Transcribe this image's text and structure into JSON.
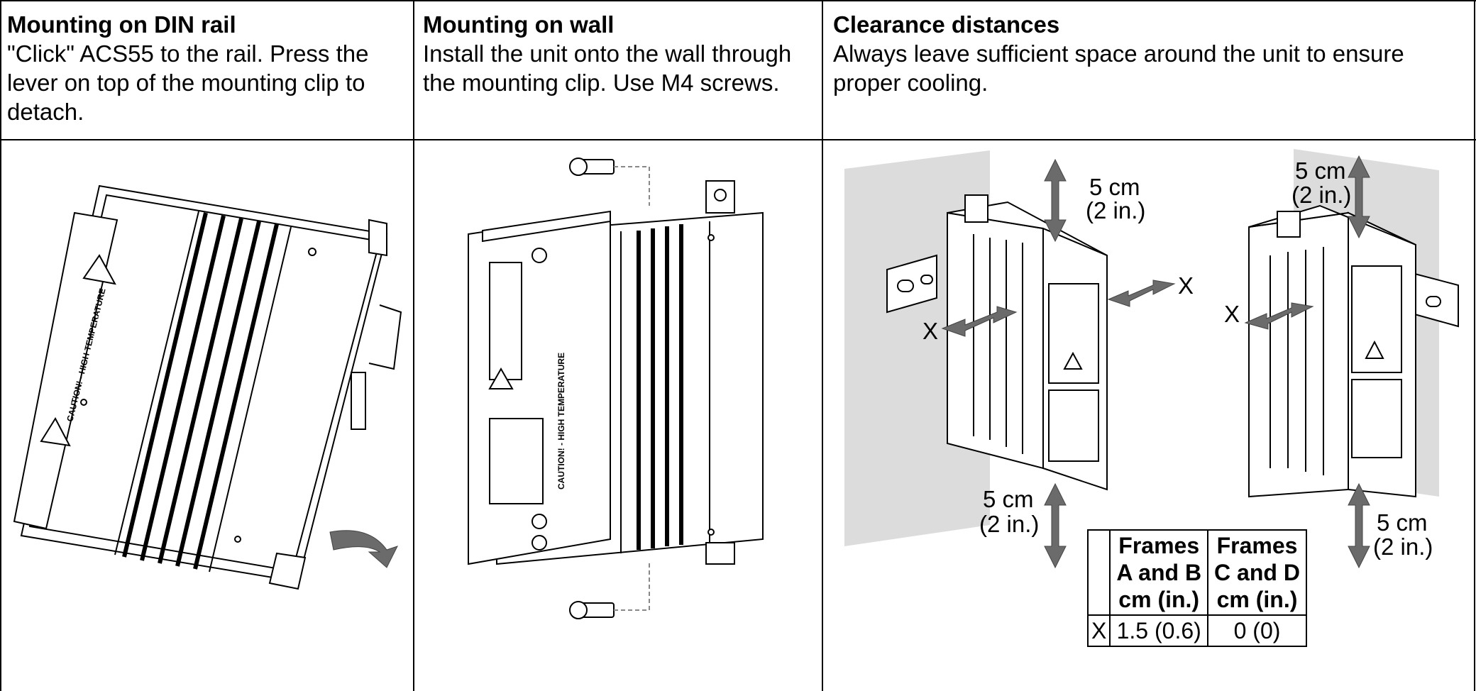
{
  "columns": [
    {
      "heading": "Mounting on DIN rail",
      "body": "\"Click\" ACS55 to the rail. Press the lever on top of the mounting clip to detach."
    },
    {
      "heading": "Mounting on wall",
      "body": "Install the unit onto the wall through the mounting clip. Use M4 screws."
    },
    {
      "heading": "Clearance distances",
      "body": "Always leave sufficient space around the unit to ensure proper cooling."
    }
  ],
  "device_label": "CAUTION! - HIGH TEMPERATURE",
  "clearance": {
    "top_left_line1": "5 cm",
    "top_left_line2": "(2 in.)",
    "top_right_line1": "5 cm",
    "top_right_line2": "(2 in.)",
    "bottom_left_line1": "5 cm",
    "bottom_left_line2": "(2 in.)",
    "bottom_right_line1": "5 cm",
    "bottom_right_line2": "(2 in.)",
    "x_label": "X"
  },
  "table": {
    "header_col2_line1": "Frames",
    "header_col2_line2": "A and B",
    "header_col2_line3": "cm (in.)",
    "header_col3_line1": "Frames",
    "header_col3_line2": "C and D",
    "header_col3_line3": "cm (in.)",
    "row_label": "X",
    "row_ab": "1.5 (0.6)",
    "row_cd": "0 (0)"
  },
  "colors": {
    "arrow": "#6b6b6b",
    "wall": "#dcdcdc",
    "line": "#000000"
  }
}
